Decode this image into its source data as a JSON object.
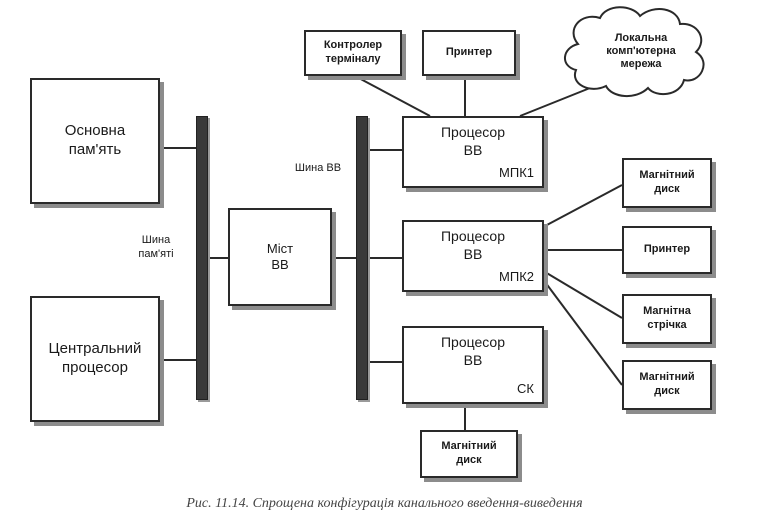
{
  "boxes": {
    "main_memory": "Основна\nпам'ять",
    "cpu": "Центральний\nпроцесор",
    "bridge": "Міст\nВВ",
    "terminal_controller": "Контролер\nтерміналу",
    "printer_top": "Принтер",
    "local_network": "Локальна\nкомп'ютерна\nмережа",
    "mag_disk_1": "Магнітний\nдиск",
    "printer_right": "Принтер",
    "mag_tape": "Магнітна\nстрічка",
    "mag_disk_2": "Магнітний\nдиск",
    "mag_disk_bottom": "Магнітний\nдиск"
  },
  "processors": [
    {
      "title": "Процесор\nВВ",
      "tag": "МПК1"
    },
    {
      "title": "Процесор\nВВ",
      "tag": "МПК2"
    },
    {
      "title": "Процесор\nВВ",
      "tag": "СК"
    }
  ],
  "labels": {
    "memory_bus": "Шина\nпам'яті",
    "io_bus": "Шина ВВ"
  },
  "caption": "Рис. 11.14. Спрощена конфігурація канального введення-виведення",
  "colors": {
    "line": "#2a2a2a",
    "shadow": "#8c8c8c"
  }
}
